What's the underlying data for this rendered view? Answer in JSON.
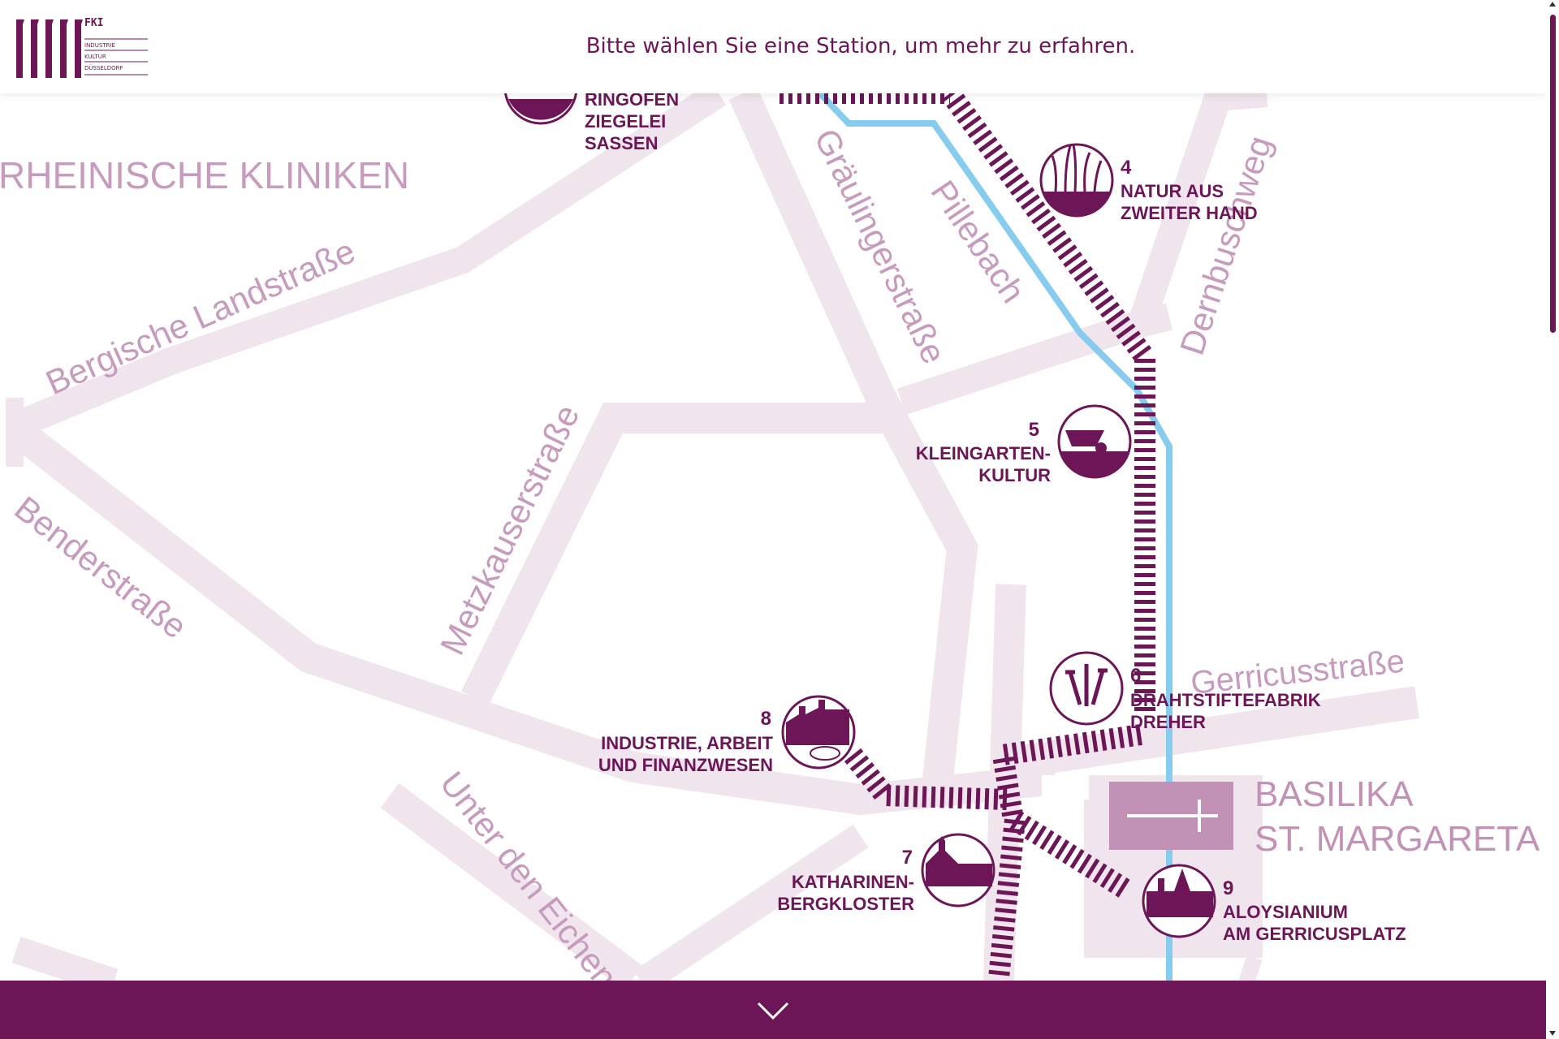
{
  "header": {
    "logo_name": "FKI",
    "logo_lines": [
      "INDUSTRIE",
      "KULTUR",
      "DÜSSELDORF"
    ],
    "instruction": "Bitte wählen Sie eine Station, um mehr zu erfahren."
  },
  "map": {
    "area_labels": [
      "RHEINISCHE KLINIKEN"
    ],
    "streets": {
      "bergische": "Bergische Landstraße",
      "benderstrasse": "Benderstraße",
      "metzkauser": "Metzkauserstraße",
      "graeulinger": "Gräulingerstraße",
      "pillebach": "Pillebach",
      "dernbusch": "Dernbuschweg",
      "gerricus": "Gerricusstraße",
      "unter_den_eichen": "Unter den Eichen"
    },
    "landmark": {
      "line1": "BASILIKA",
      "line2": "ST. MARGARETA",
      "icon": "church-cross-icon"
    },
    "stations": [
      {
        "number": "",
        "line1": "RINGOFEN",
        "line2": "ZIEGELEI",
        "line3": "SASSEN",
        "icon": "kiln-icon"
      },
      {
        "number": "4",
        "line1": "NATUR AUS",
        "line2": "ZWEITER HAND",
        "icon": "reeds-icon"
      },
      {
        "number": "5",
        "line1": "KLEINGARTEN-",
        "line2": "KULTUR",
        "icon": "wheelbarrow-icon"
      },
      {
        "number": "6",
        "line1": "DRAHTSTIFTEFABRIK",
        "line2": "DREHER",
        "icon": "nails-icon"
      },
      {
        "number": "7",
        "line1": "KATHARINEN-",
        "line2": "BERGKLOSTER",
        "icon": "monastery-icon"
      },
      {
        "number": "8",
        "line1": "INDUSTRIE, ARBEIT",
        "line2": "UND FINANZWESEN",
        "icon": "factory-coins-icon"
      },
      {
        "number": "9",
        "line1": "ALOYSIANIUM",
        "line2": "AM GERRICUSPLATZ",
        "icon": "school-building-icon"
      }
    ],
    "colors": {
      "brand": "#6c1657",
      "street": "#f0e4ed",
      "street_text": "#c79bbd",
      "stream": "#86ccee",
      "landmark": "#c292b6"
    }
  },
  "footer": {
    "expand_icon": "chevron-down-icon"
  }
}
